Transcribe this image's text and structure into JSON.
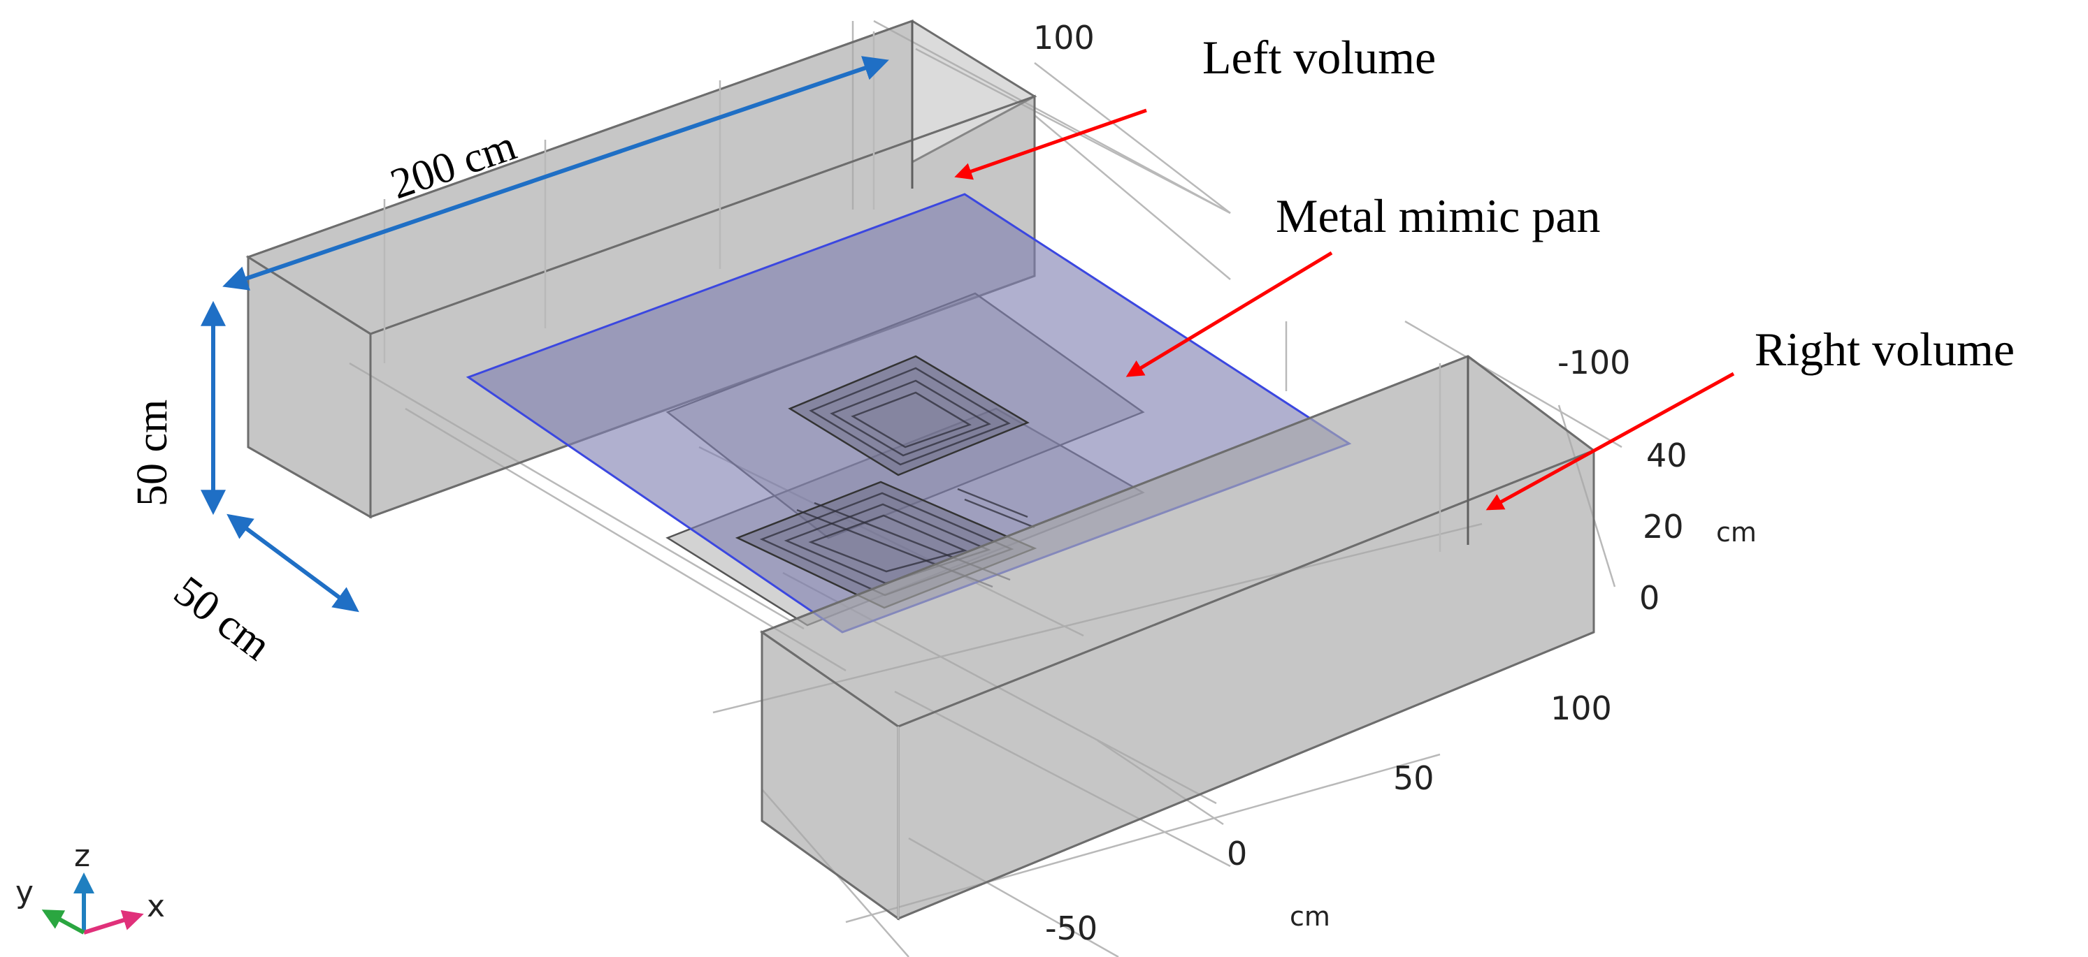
{
  "labels": {
    "left_volume": "Left volume",
    "metal_pan": "Metal mimic pan",
    "right_volume": "Right volume"
  },
  "dimensions": {
    "length": "200 cm",
    "height": "50 cm",
    "depth": "50 cm"
  },
  "y_axis_ticks": [
    "100",
    "-100"
  ],
  "z_axis_ticks": [
    "40",
    "20",
    "0"
  ],
  "z_axis_unit": "cm",
  "x_axis_ticks": [
    "100",
    "50",
    "0",
    "-50"
  ],
  "x_axis_unit": "cm",
  "triad": {
    "z": "z",
    "y": "y",
    "x": "x"
  },
  "colors": {
    "callout_arrow": "#ff0000",
    "dimension_arrow": "#1f6fc5",
    "pan_fill": "#7f80b2",
    "pan_edge": "#3b47e0",
    "volume_fill": "#a9a9a9",
    "triad_z": "#1f7fc0",
    "triad_y": "#2aa640",
    "triad_x": "#e0307a"
  }
}
